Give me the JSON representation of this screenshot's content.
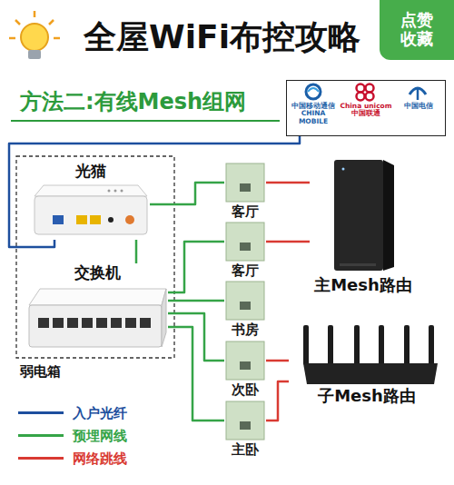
{
  "diagram": {
    "title": "全屋WiFi布控攻略",
    "nodes": [
      {
        "text": [
          "点赞 收藏"
        ]
      },
      {
        "text": [
          "中国移动通信 CHINA MOBILE",
          "China unicom中国联通",
          "中国电信"
        ]
      },
      {
        "text": [
          "弱电箱"
        ]
      },
      {
        "text": [
          "光猫"
        ],
        "in": 2
      },
      {
        "text": [
          "交换机"
        ],
        "in": 2
      },
      {
        "text": [
          "客厅"
        ]
      },
      {
        "text": [
          "客厅"
        ]
      },
      {
        "text": [
          "书房"
        ]
      },
      {
        "text": [
          "次卧"
        ]
      },
      {
        "text": [
          "主卧"
        ]
      },
      {
        "text": [
          "主Mesh路由"
        ]
      },
      {
        "text": [
          "子Mesh路由"
        ]
      }
    ],
    "edges": [
      {
        "from": 1,
        "to": 3,
        "arrow": "none"
      },
      {
        "from": 3,
        "to": 4,
        "arrow": "none"
      },
      {
        "from": 3,
        "to": 5,
        "arrow": "none"
      },
      {
        "from": 4,
        "to": 6,
        "arrow": "none"
      },
      {
        "from": 4,
        "to": 7,
        "arrow": "none"
      },
      {
        "from": 4,
        "to": 8,
        "arrow": "none"
      },
      {
        "from": 4,
        "to": 9,
        "arrow": "none"
      },
      {
        "from": 5,
        "to": 10,
        "arrow": "none"
      },
      {
        "from": 6,
        "to": 10,
        "arrow": "none"
      },
      {
        "from": 8,
        "to": 11,
        "arrow": "none"
      },
      {
        "from": 9,
        "to": 11,
        "arrow": "none"
      }
    ],
    "labels": [
      "方法二:有线Mesh组网"
    ],
    "legend": [
      {
        "text": "入户光纤",
        "color": "#1d4f9e"
      },
      {
        "text": "预埋网线",
        "color": "#35a447"
      },
      {
        "text": "网络跳线",
        "color": "#d93a32"
      }
    ]
  }
}
